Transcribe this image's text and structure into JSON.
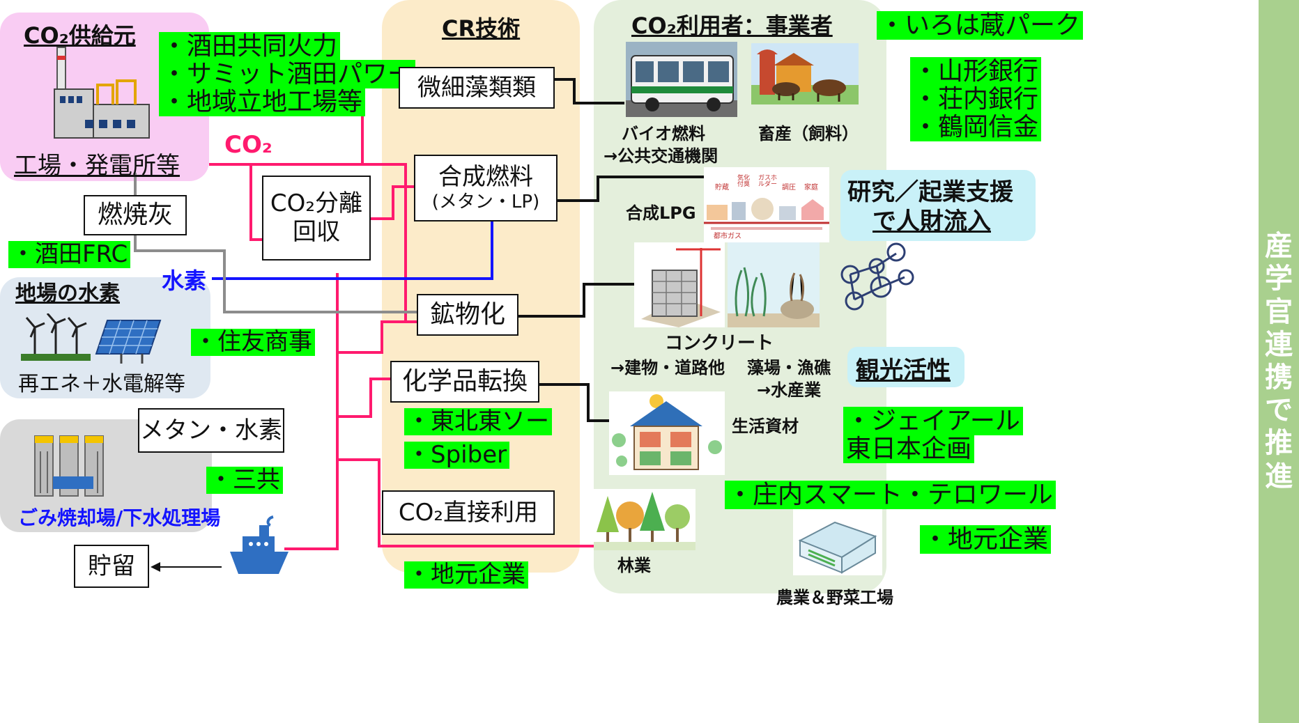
{
  "supplier": {
    "title": "CO₂供給元",
    "label": "工場・発電所等",
    "companies": [
      "・酒田共同火力",
      "・サミット酒田パワー",
      "・地域立地工場等"
    ]
  },
  "co2_label": "CO₂",
  "nenshobai": "燃焼灰",
  "sakata_frc": "・酒田FRC",
  "hydrogen": {
    "title": "地場の水素",
    "sub": "再エネ＋水電解等",
    "line_label": "水素"
  },
  "sumitomo": "・住友商事",
  "waste": {
    "box": "メタン・水素",
    "company": "・三共",
    "label": "ごみ焼却場/下水処理場"
  },
  "storage": "貯留",
  "cr": {
    "title": "CR技術",
    "separation": [
      "CO₂分離",
      "回収"
    ],
    "algae": "微細藻類類",
    "fuel": [
      "合成燃料",
      "(メタン・LP)"
    ],
    "mineral": "鉱物化",
    "chemical": "化学品転換",
    "direct": "CO₂直接利用",
    "chem_companies": [
      "・東北東ソー",
      "・Spiber"
    ],
    "local": "・地元企業"
  },
  "users": {
    "title": "CO₂利用者：事業者",
    "bio": [
      "バイオ燃料",
      "→公共交通機関"
    ],
    "livestock": "畜産（飼料）",
    "lpg": "合成LPG",
    "lpg_diagram": [
      "貯蔵",
      "気化付臭",
      "ガスホルダー",
      "調圧",
      "家庭",
      "都市ガス"
    ],
    "concrete": [
      "コンクリート",
      "→建物・道路他"
    ],
    "seaweed": [
      "藻場・漁礁",
      "→水産業"
    ],
    "living": "生活資材",
    "forestry": "林業",
    "agri": "農業＆野菜工場"
  },
  "right": {
    "iroha": "・いろは蔵パーク",
    "banks": [
      "・山形銀行",
      "・荘内銀行",
      "・鶴岡信金"
    ],
    "research": [
      "研究／起業支援",
      "で人財流入"
    ],
    "tourism": "観光活性",
    "jr": [
      "・ジェイアール",
      "東日本企画"
    ],
    "shonai": "・庄内スマート・テロワール",
    "local": "・地元企業"
  },
  "vertical": [
    "産",
    "学",
    "官",
    "連",
    "携",
    "で",
    "推",
    "進"
  ],
  "colors": {
    "co2_line": "#ff1a6e",
    "hydrogen_line": "#1414ff",
    "ash_line": "#8c8c8c",
    "highlight": "#00ff00",
    "supplier_bg": "#f9ccf3",
    "cr_bg": "#fcebc9",
    "users_bg": "#e4efdc",
    "hydrogen_bg": "#dfe8f1",
    "waste_bg": "#d9d9d9",
    "support_bg": "#c9f1f8",
    "vertical_bg": "#a9d08e"
  }
}
